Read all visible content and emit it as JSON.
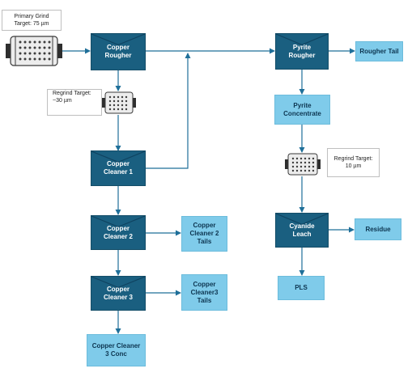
{
  "colors": {
    "unit": "#1a5f80",
    "product": "#7fcbea",
    "line": "#1f6f99"
  },
  "icons": [
    "grinding-mill-icon",
    "grinding-mill-icon",
    "grinding-mill-icon"
  ],
  "notes": {
    "primary_grind": [
      "Primary Grind",
      "Target: 75 µm"
    ],
    "regrind_copper": [
      "Regrind Target:",
      "~30 µm"
    ],
    "regrind_pyrite": [
      "Regrind Target:",
      "10 µm"
    ]
  },
  "units": {
    "copper_rougher": [
      "Copper",
      "Rougher"
    ],
    "copper_cleaner_1": [
      "Copper",
      "Cleaner 1"
    ],
    "copper_cleaner_2": [
      "Copper",
      "Cleaner 2"
    ],
    "copper_cleaner_3": [
      "Copper",
      "Cleaner 3"
    ],
    "pyrite_rougher": [
      "Pyrite",
      "Rougher"
    ],
    "cyanide_leach": [
      "Cyanide",
      "Leach"
    ]
  },
  "products": {
    "rougher_tail": "Rougher Tail",
    "pyrite_concentrate": [
      "Pyrite",
      "Concentrate"
    ],
    "cleaner_2_tails": [
      "Copper",
      "Cleaner 2",
      "Tails"
    ],
    "cleaner_3_tails": [
      "Copper",
      "Cleaner3",
      "Tails"
    ],
    "cleaner_3_conc": [
      "Copper Cleaner",
      "3 Conc"
    ],
    "residue": "Residue",
    "pls": "PLS"
  }
}
